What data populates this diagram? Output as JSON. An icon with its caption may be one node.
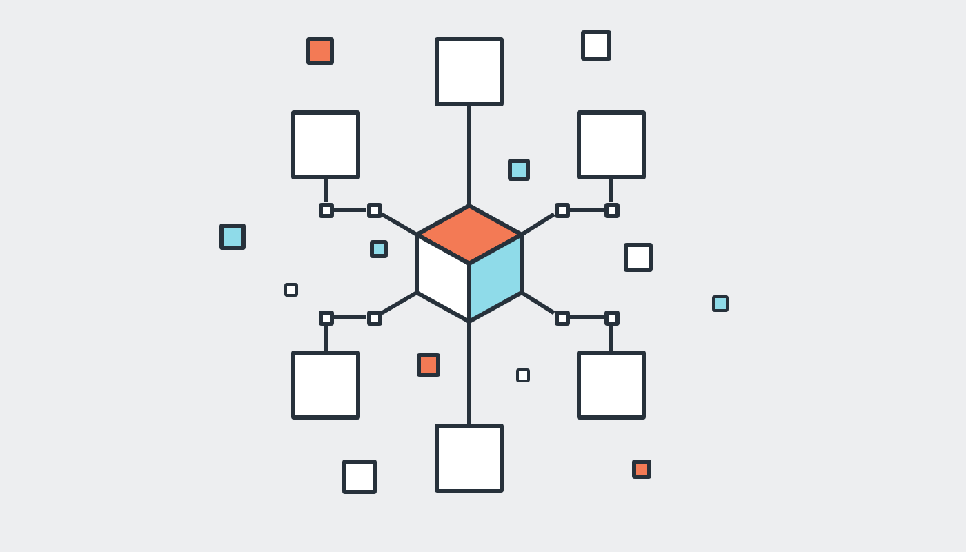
{
  "diagram": {
    "nodes": [
      {
        "text": [],
        "shape": "box"
      },
      {
        "text": [],
        "shape": "box"
      },
      {
        "text": [],
        "shape": "box"
      },
      {
        "text": [],
        "shape": "box"
      },
      {
        "text": [],
        "shape": "box"
      },
      {
        "text": [],
        "shape": "box"
      },
      {
        "text": [],
        "shape": "box"
      },
      {
        "text": [],
        "shape": "cube"
      },
      {
        "text": [],
        "shape": "box"
      },
      {
        "text": [],
        "shape": "box"
      },
      {
        "text": [],
        "shape": "box"
      },
      {
        "text": [],
        "shape": "box"
      },
      {
        "text": [],
        "shape": "box"
      },
      {
        "text": [],
        "shape": "box"
      },
      {
        "text": [],
        "shape": "box"
      }
    ],
    "edges": [
      {
        "from": 7,
        "to": 0,
        "arrow": "none"
      },
      {
        "from": 7,
        "to": 4,
        "arrow": "none"
      },
      {
        "from": 4,
        "to": 3,
        "arrow": "none"
      },
      {
        "from": 3,
        "to": 1,
        "arrow": "none"
      },
      {
        "from": 7,
        "to": 5,
        "arrow": "none"
      },
      {
        "from": 5,
        "to": 6,
        "arrow": "none"
      },
      {
        "from": 6,
        "to": 2,
        "arrow": "none"
      },
      {
        "from": 7,
        "to": 9,
        "arrow": "none"
      },
      {
        "from": 9,
        "to": 8,
        "arrow": "none"
      },
      {
        "from": 8,
        "to": 12,
        "arrow": "none"
      },
      {
        "from": 7,
        "to": 10,
        "arrow": "none"
      },
      {
        "from": 10,
        "to": 11,
        "arrow": "none"
      },
      {
        "from": 11,
        "to": 13,
        "arrow": "none"
      },
      {
        "from": 7,
        "to": 14,
        "arrow": "none"
      }
    ]
  }
}
